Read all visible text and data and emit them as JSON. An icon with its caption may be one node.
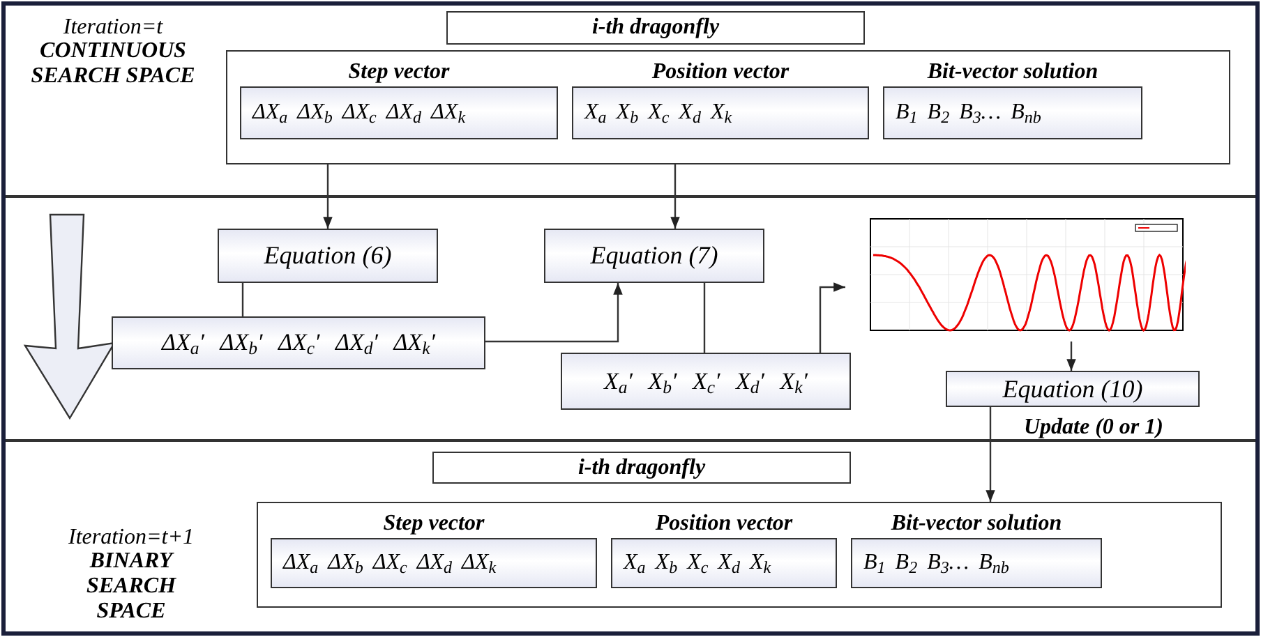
{
  "diagram": {
    "nodes": [
      {
        "text": [
          "i-th dragonfly"
        ]
      },
      {
        "text": [],
        "shape": "box"
      },
      {
        "text": [
          "Step vector",
          "ΔX$_{a}$ ΔX$_{b}$ ΔX$_{c}$ ΔX$_{d}$ ΔX$_{k}$"
        ],
        "in": 1
      },
      {
        "text": [
          "Position vector",
          "X$_{a}$ X$_{b}$ X$_{c}$ X$_{d}$ X$_{k}$"
        ],
        "in": 1
      },
      {
        "text": [
          "Bit-vector solution",
          "B$_{1}$ B$_{2}$ B$_{3}$… B$_{nb}$"
        ],
        "in": 1
      },
      {
        "text": [
          "Equation (6)"
        ]
      },
      {
        "text": [
          "Equation (7)"
        ]
      },
      {
        "text": [
          "ΔX$_{a}$′ ΔX$_{b}$′ ΔX$_{c}$′ ΔX$_{d}$′ ΔX$_{k}$′"
        ]
      },
      {
        "text": [
          "X$_{a}$′ X$_{b}$′ X$_{c}$′ X$_{d}$′ X$_{k}$′"
        ]
      },
      {
        "text": [],
        "shape": "picture"
      },
      {
        "text": [
          "Equation (10)"
        ],
        "beside": [
          "Update (0 or 1)"
        ]
      },
      {
        "text": [
          "i-th dragonfly"
        ]
      },
      {
        "text": [],
        "shape": "box"
      },
      {
        "text": [
          "Step vector",
          "ΔX$_{a}$ ΔX$_{b}$ ΔX$_{c}$ ΔX$_{d}$ ΔX$_{k}$"
        ],
        "in": 12
      },
      {
        "text": [
          "Position vector",
          "X$_{a}$ X$_{b}$ X$_{c}$ X$_{d}$ X$_{k}$"
        ],
        "in": 12
      },
      {
        "text": [
          "Bit-vector solution",
          "B$_{1}$ B$_{2}$ B$_{3}$… B$_{nb}$"
        ],
        "in": 12
      }
    ],
    "edges": [
      {
        "from": 1,
        "to": 5,
        "arrow": "to"
      },
      {
        "from": 1,
        "to": 6,
        "arrow": "to"
      },
      {
        "from": 5,
        "to": 7,
        "arrow": "none"
      },
      {
        "from": 7,
        "to": 6,
        "arrow": "to"
      },
      {
        "from": 6,
        "to": 8,
        "arrow": "none"
      },
      {
        "from": 8,
        "to": 9,
        "arrow": "to"
      },
      {
        "from": 9,
        "to": 10,
        "arrow": "to"
      },
      {
        "from": 10,
        "to": 12,
        "arrow": "to"
      }
    ],
    "labels": [
      "Iteration=t",
      "CONTINUOUS SEARCH SPACE",
      "Iteration=t+1",
      "BINARY SEARCH SPACE"
    ]
  }
}
